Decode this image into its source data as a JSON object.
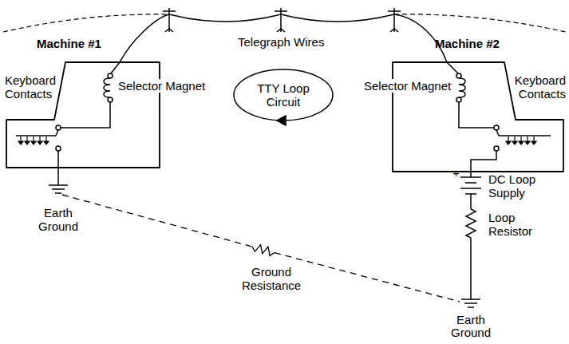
{
  "diagram": {
    "nodes": [
      {
        "text": [
          "Machine #1"
        ]
      },
      {
        "text": [
          "Machine #2"
        ]
      }
    ],
    "edges": [
      {
        "from": 0,
        "to": 1,
        "arrow": "none",
        "label": "Telegraph Wires"
      }
    ],
    "labels": [
      "Keyboard Contacts",
      "Selector Magnet",
      "TTY Loop Circuit",
      "Earth Ground",
      "Ground Resistance",
      "Selector Magnet",
      "Keyboard Contacts",
      "+",
      "DC Loop Supply",
      "Loop Resistor",
      "Earth Ground"
    ]
  }
}
